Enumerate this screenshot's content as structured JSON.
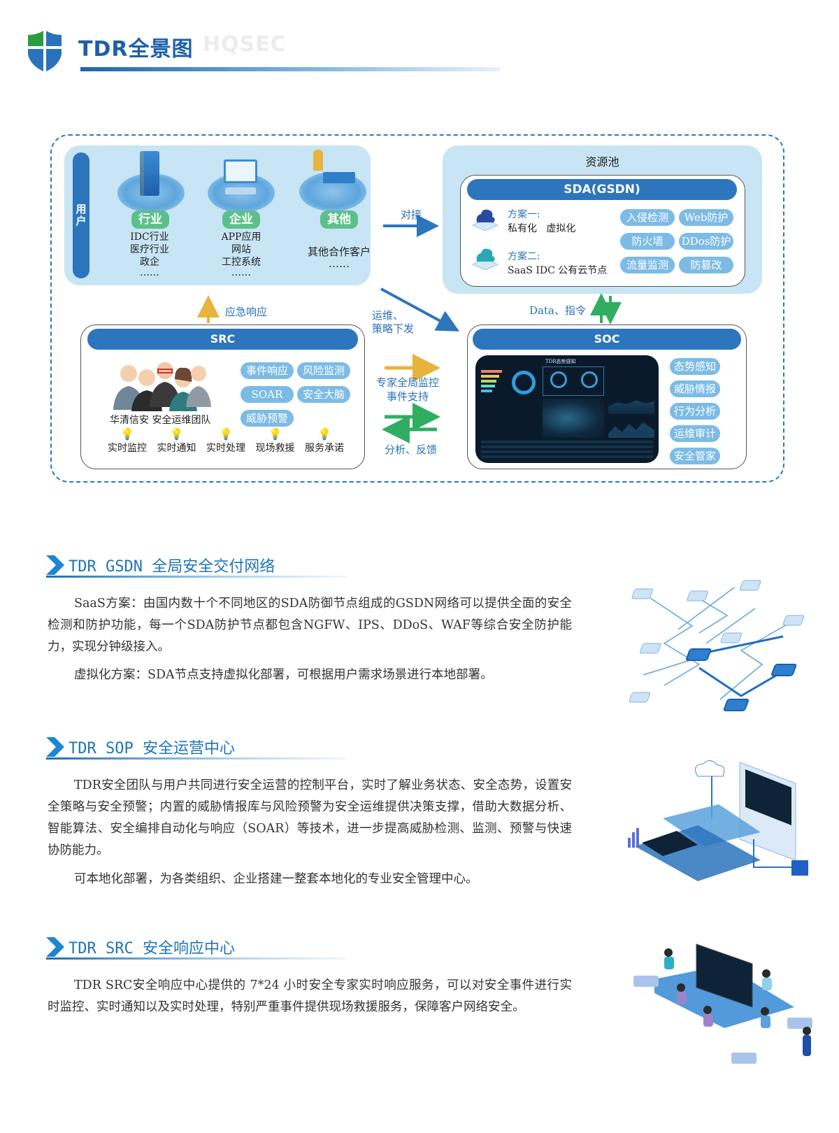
{
  "header": {
    "title": "TDR全景图",
    "watermark": "HQSEC",
    "shield_colors": {
      "green": "#2a9d3e",
      "blue": "#2a73bc"
    }
  },
  "diagram": {
    "users": {
      "side_label": "用户",
      "groups": [
        {
          "tag": "行业",
          "lines": [
            "IDC行业",
            "医疗行业",
            "政企",
            "……"
          ]
        },
        {
          "tag": "企业",
          "lines": [
            "APP应用",
            "网站",
            "工控系统",
            "……"
          ]
        },
        {
          "tag": "其他",
          "lines": [
            "其他合作客户",
            "……"
          ]
        }
      ]
    },
    "resource_pool": {
      "title": "资源池",
      "bar_label": "SDA(GSDN)",
      "plans": [
        {
          "title": "方案一:",
          "desc": "私有化   虚拟化"
        },
        {
          "title": "方案二:",
          "desc": "SaaS IDC 公有云节点"
        }
      ],
      "pills": [
        "入侵检测",
        "Web防护",
        "防火墙",
        "DDos防护",
        "流量监测",
        "防篡改"
      ]
    },
    "src": {
      "bar_label": "SRC",
      "team_caption": "华清信安 安全运维团队",
      "pills": [
        "事件响应",
        "风险监测",
        "SOAR",
        "安全大脑",
        "威胁预警"
      ],
      "services": [
        "实时监控",
        "实时通知",
        "实时处理",
        "现场救援",
        "服务承诺"
      ]
    },
    "soc": {
      "bar_label": "SOC",
      "pills": [
        "态势感知",
        "威胁情报",
        "行为分析",
        "运维审计",
        "安全管家"
      ],
      "dashboard_title": "TDR态势感知"
    },
    "arrows": {
      "connect": "对接",
      "emergency": "应急响应",
      "ops_policy": [
        "运维、",
        "策略下发"
      ],
      "data_cmd": "Data、指令",
      "expert": [
        "专家全局监控",
        "事件支持"
      ],
      "feedback": "分析、反馈"
    },
    "colors": {
      "blue": "#2d75bd",
      "gold": "#e6b43c",
      "green": "#2fae62",
      "light_panel": "#c7e5f5",
      "pill": "#7cbbe5"
    }
  },
  "sections": [
    {
      "title": "TDR GSDN 全局安全交付网络",
      "paragraphs": [
        "SaaS方案：由国内数十个不同地区的SDA防御节点组成的GSDN网络可以提供全面的安全检测和防护功能，每一个SDA防护节点都包含NGFW、IPS、DDoS、WAF等综合安全防护能力，实现分钟级接入。",
        "虚拟化方案：SDA节点支持虚拟化部署，可根据用户需求场景进行本地部署。"
      ]
    },
    {
      "title": "TDR SOP 安全运营中心",
      "paragraphs": [
        "TDR安全团队与用户共同进行安全运营的控制平台，实时了解业务状态、安全态势，设置安全策略与安全预警；内置的威胁情报库与风险预警为安全运维提供决策支撑，借助大数据分析、智能算法、安全编排自动化与响应（SOAR）等技术，进一步提高威胁检测、监测、预警与快速协防能力。",
        "可本地化部署，为各类组织、企业搭建一整套本地化的专业安全管理中心。"
      ]
    },
    {
      "title": "TDR SRC 安全响应中心",
      "paragraphs": [
        "TDR SRC安全响应中心提供的 7*24 小时安全专家实时响应服务，可以对安全事件进行实时监控、实时通知以及实时处理，特别严重事件提供现场救援服务，保障客户网络安全。"
      ]
    }
  ]
}
